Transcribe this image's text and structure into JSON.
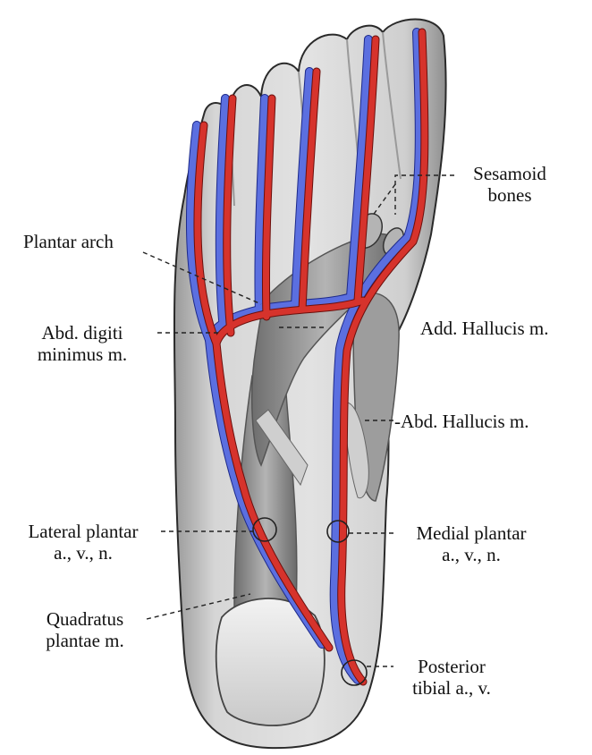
{
  "labels": {
    "sesamoid": [
      "Sesamoid",
      "bones"
    ],
    "plantar_arch": "Plantar arch",
    "abd_digiti": [
      "Abd. digiti",
      "minimus m."
    ],
    "add_hallucis": "Add. Hallucis m.",
    "abd_hallucis": "-Abd. Hallucis m.",
    "lateral_plantar": [
      "Lateral plantar",
      "a., v., n."
    ],
    "medial_plantar": [
      "Medial plantar",
      "a., v., n."
    ],
    "quadratus": [
      "Quadratus",
      "plantae m."
    ],
    "posterior_tibial": [
      "Posterior",
      "tibial a., v."
    ]
  },
  "colors": {
    "artery": "#d6332c",
    "vein": "#5b6fe0",
    "skin": "#d9d9d9",
    "muscle": "#8c8c8c"
  }
}
